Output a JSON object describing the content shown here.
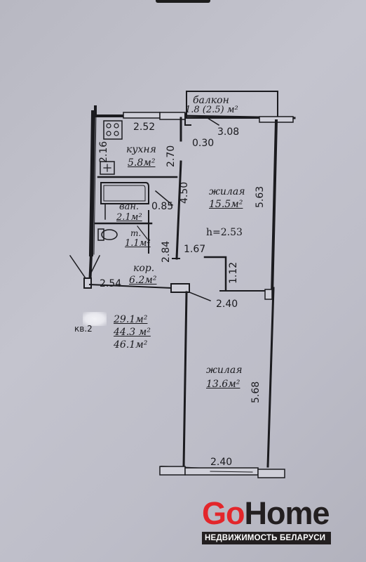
{
  "rooms": {
    "balcony": {
      "name": "балкон",
      "area": "1.8 (2.5) м²"
    },
    "kitchen": {
      "name": "кухня",
      "area": "5.8м²"
    },
    "living1": {
      "name": "жилая",
      "area": "15.5м²"
    },
    "bathroom": {
      "name": "ван.",
      "area": "2.1м²"
    },
    "toilet": {
      "name": "т.",
      "area": "1.1м²"
    },
    "corridor": {
      "name": "кор.",
      "area": "6.2м²"
    },
    "living2": {
      "name": "жилая",
      "area": "13.6м²"
    }
  },
  "dimensions": {
    "kitchen_width": "2.52",
    "kitchen_left": "2.16",
    "kitchen_right": "2.70",
    "door_gap": "0.30",
    "room1_top": "3.08",
    "room1_right": "5.63",
    "room1_left": "4.50",
    "bath_width": "0.85",
    "toilet_right": "2.84",
    "corridor_top": "1.67",
    "corridor_step": "1.12",
    "corridor_width": "2.54",
    "room2_top": "2.40",
    "room2_right": "5.68",
    "room2_bottom": "2.40"
  },
  "height": "h=2.53",
  "apartment": {
    "label": "кв.2",
    "living_area": "29.1м²",
    "total_area": "44.3 м²",
    "total_with_balcony": "46.1м²"
  },
  "logo": {
    "go": "Go",
    "home": "Home",
    "tagline": "НЕДВИЖИМОСТЬ БЕЛАРУСИ"
  }
}
